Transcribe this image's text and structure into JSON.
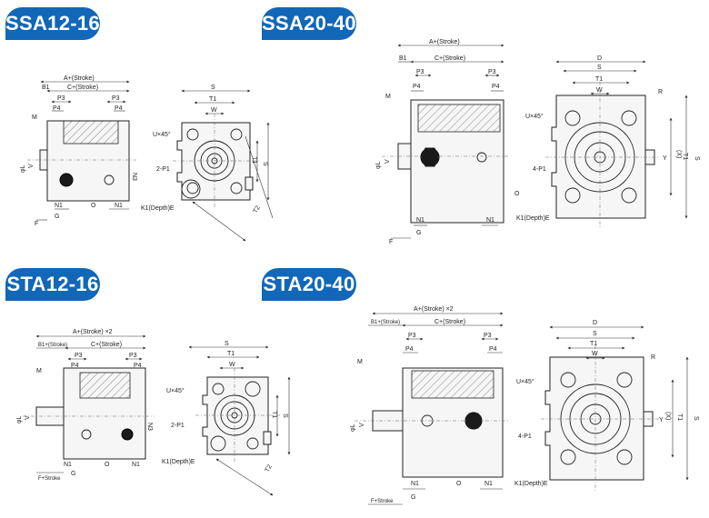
{
  "titles": {
    "ssa12": "SSA12-16",
    "ssa20": "SSA20-40",
    "sta12": "STA12-16",
    "sta20": "STA20-40"
  },
  "labels": {
    "a_stroke": "A+(Stroke)",
    "a_stroke_x2": "A+(Stroke) ×2",
    "b1": "B1",
    "b1_stroke": "B1+(Stroke)",
    "c_stroke": "C+(Stroke)",
    "p3": "P3",
    "p4": "P4",
    "m": "M",
    "n1": "N1",
    "n3": "N3",
    "f": "F",
    "f_stroke": "F+Stroke",
    "g": "G",
    "o": "O",
    "s": "S",
    "t1": "T1",
    "t2": "T2",
    "w": "W",
    "d": "D",
    "r": "R",
    "u45": "U×45°",
    "p1_2": "2-P1",
    "p1_4": "4-P1",
    "k1": "K1(Depth)E",
    "v": "V",
    "y": "Y",
    "x": "(X)",
    "phi_l": "φL"
  }
}
